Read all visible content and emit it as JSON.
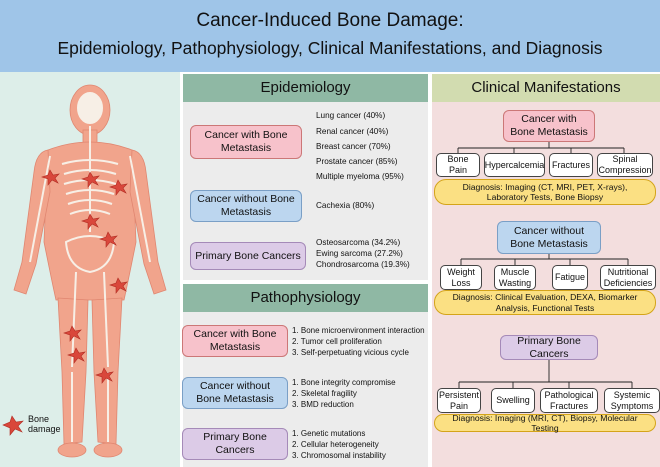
{
  "title": {
    "line1": "Cancer-Induced Bone Damage:",
    "line2": "Epidemiology, Pathophysiology, Clinical Manifestations, and Diagnosis"
  },
  "legend": {
    "label_line1": "Bone",
    "label_line2": "damage"
  },
  "epidemiology": {
    "header": "Epidemiology",
    "groups": [
      {
        "label": "Cancer with Bone Metastasis",
        "items": [
          "Lung cancer (40%)",
          "Renal cancer (40%)",
          "Breast cancer (70%)",
          "Prostate cancer (85%)",
          "Multiple myeloma (95%)"
        ]
      },
      {
        "label": "Cancer without Bone Metastasis",
        "items": [
          "Cachexia (80%)"
        ]
      },
      {
        "label": "Primary Bone Cancers",
        "items": [
          "Osteosarcoma (34.2%)",
          "Ewing sarcoma (27.2%)",
          "Chondrosarcoma (19.3%)"
        ]
      }
    ]
  },
  "pathophysiology": {
    "header": "Pathophysiology",
    "groups": [
      {
        "label": "Cancer with Bone Metastasis",
        "items": [
          "1. Bone microenvironment interaction",
          "2. Tumor cell proliferation",
          "3. Self-perpetuating vicious cycle"
        ]
      },
      {
        "label": "Cancer without Bone Metastasis",
        "items": [
          "1. Bone integrity compromise",
          "2. Skeletal fragility",
          "3. BMD reduction"
        ]
      },
      {
        "label": "Primary Bone Cancers",
        "items": [
          "1. Genetic mutations",
          "2. Cellular heterogeneity",
          "3. Chromosomal instability"
        ]
      }
    ]
  },
  "clinical": {
    "header": "Clinical Manifestations",
    "groups": [
      {
        "label": "Cancer with Bone Metastasis",
        "symptoms": [
          "Bone Pain",
          "Hypercalcemia",
          "Fractures",
          "Spinal Compression"
        ],
        "diagnosis": "Diagnosis: Imaging (CT, MRI, PET, X-rays), Laboratory Tests, Bone Biopsy"
      },
      {
        "label": "Cancer without Bone Metastasis",
        "symptoms": [
          "Weight Loss",
          "Muscle Wasting",
          "Fatigue",
          "Nutritional Deficiencies"
        ],
        "diagnosis": "Diagnosis: Clinical Evaluation, DEXA, Biomarker Analysis, Functional Tests"
      },
      {
        "label": "Primary Bone Cancers",
        "symptoms": [
          "Persistent Pain",
          "Swelling",
          "Pathological Fractures",
          "Systemic Symptoms"
        ],
        "diagnosis": "Diagnosis: Imaging (MRI, CT), Biopsy, Molecular Testing"
      }
    ]
  }
}
